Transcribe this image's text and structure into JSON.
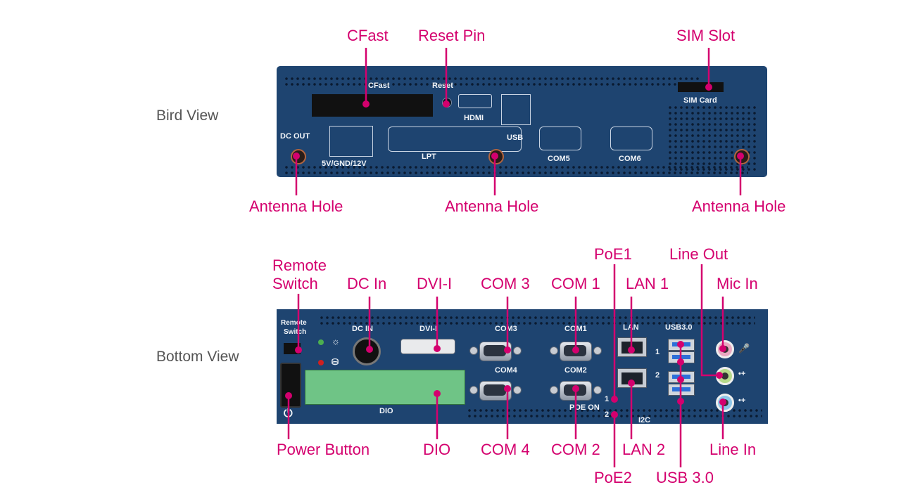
{
  "views": {
    "bird": "Bird View",
    "bottom": "Bottom View"
  },
  "bird_callouts": {
    "cfast": "CFast",
    "reset_pin": "Reset Pin",
    "sim_slot": "SIM Slot",
    "antenna_left": "Antenna Hole",
    "antenna_mid": "Antenna Hole",
    "antenna_right": "Antenna Hole"
  },
  "bird_silk": {
    "cfast": "CFast",
    "reset": "Reset",
    "hdmi": "HDMI",
    "usb": "USB",
    "sim_card": "SIM Card",
    "dc_out": "DC OUT",
    "voltage": "5V/GND/12V",
    "lpt": "LPT",
    "com5": "COM5",
    "com6": "COM6"
  },
  "bottom_callouts": {
    "remote_switch_line1": "Remote",
    "remote_switch_line2": "Switch",
    "dc_in": "DC In",
    "dvi": "DVI-I",
    "com3": "COM 3",
    "com1": "COM 1",
    "poe1": "PoE1",
    "lan1": "LAN 1",
    "line_out": "Line Out",
    "mic_in": "Mic In",
    "power_button": "Power Button",
    "dio": "DIO",
    "com4": "COM 4",
    "com2": "COM 2",
    "lan2": "LAN 2",
    "line_in": "Line In",
    "poe2": "PoE2",
    "usb30": "USB 3.0"
  },
  "bottom_silk": {
    "remote_switch_line1": "Remote",
    "remote_switch_line2": "Switch",
    "dc_in": "DC IN",
    "dvi": "DVI-I",
    "com3": "COM3",
    "com1": "COM1",
    "com4": "COM4",
    "com2": "COM2",
    "lan": "LAN",
    "usb30": "USB3.0",
    "dio": "DIO",
    "poe_on": "POE ON",
    "i2c": "I2C",
    "usb_1": "1",
    "usb_2": "2",
    "poe_1": "1",
    "poe_2": "2"
  },
  "colors": {
    "callout": "#d4006e",
    "panel": "#1e4470",
    "view_label": "#555555"
  }
}
